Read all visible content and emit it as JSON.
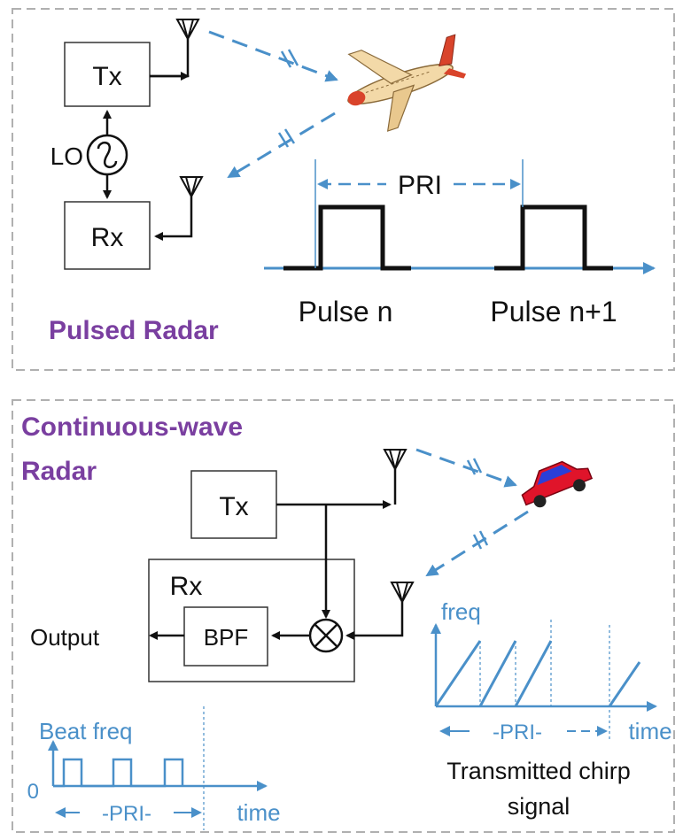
{
  "colors": {
    "accent_blue": "#4a90c9",
    "title_purple": "#7a3fa0",
    "stroke_black": "#111111",
    "panel_border": "#b0b0b0",
    "plane_body": "#f3d9a8",
    "plane_tail": "#d9442b",
    "car_body": "#e0142a",
    "car_window": "#2a3fd8"
  },
  "pulsed": {
    "title": "Pulsed Radar",
    "tx_label": "Tx",
    "rx_label": "Rx",
    "lo_label": "LO",
    "pri_label": "PRI",
    "pulse_n_label": "Pulse n",
    "pulse_n1_label": "Pulse n+1"
  },
  "cw": {
    "title_line1": "Continuous-wave",
    "title_line2": "Radar",
    "tx_label": "Tx",
    "rx_label": "Rx",
    "bpf_label": "BPF",
    "output_label": "Output",
    "beat": {
      "ylabel": "Beat freq",
      "zero_label": "0",
      "pri_label": "-PRI-",
      "xlabel": "time"
    },
    "chirp": {
      "ylabel": "freq",
      "pri_label": "-PRI-",
      "xlabel": "time",
      "caption_line1": "Transmitted chirp",
      "caption_line2": "signal"
    }
  }
}
